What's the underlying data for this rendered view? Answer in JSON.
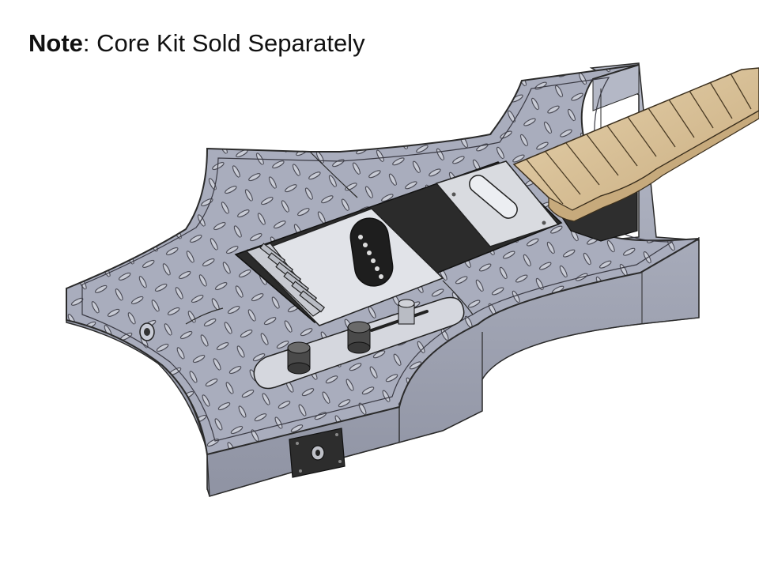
{
  "note": {
    "label": "Note",
    "text": ": Core Kit Sold Separately"
  },
  "image": {
    "subject": "guitar-body-render",
    "colors": {
      "body": "#a9adbd",
      "body_edge": "#8c90a0",
      "plate": "#2b2b2b",
      "chrome": "#d9dbe0",
      "neck": "#d8c09a",
      "line": "#2a2a2a"
    }
  }
}
